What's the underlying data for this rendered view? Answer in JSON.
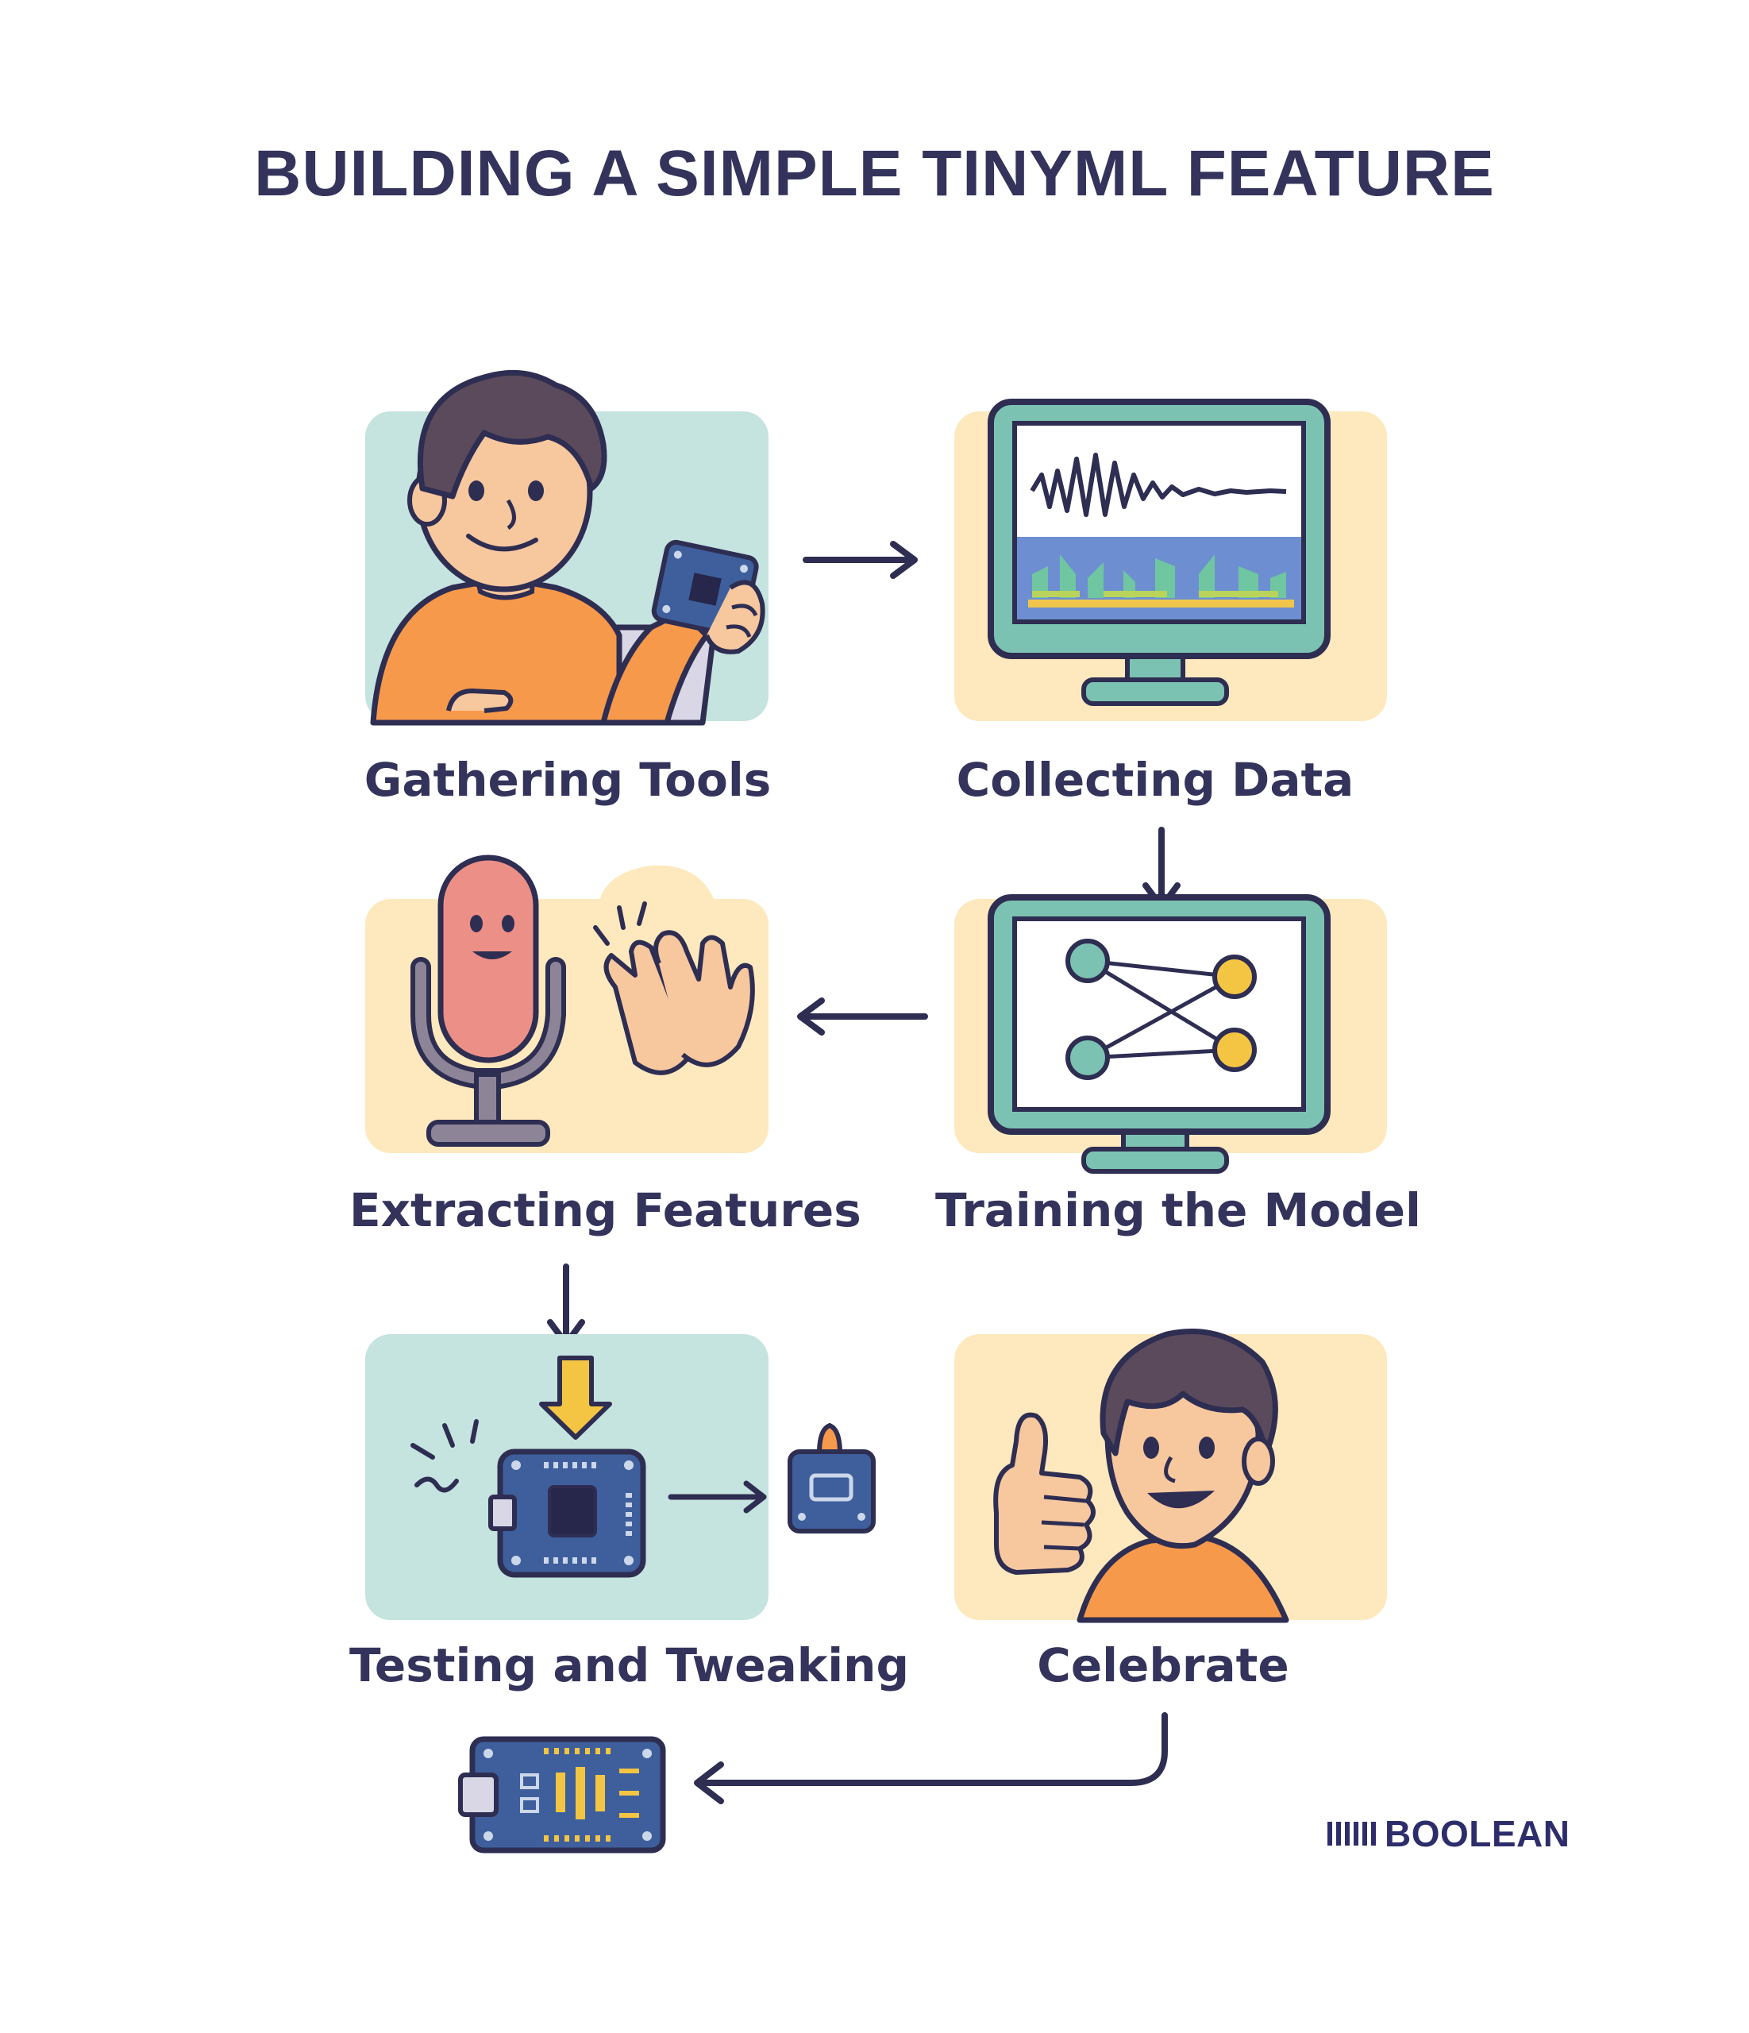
{
  "title": "BUILDING A SIMPLE TINYML FEATURE",
  "steps": [
    {
      "label": "Gathering Tools"
    },
    {
      "label": "Collecting Data"
    },
    {
      "label": "Training the Model"
    },
    {
      "label": "Extracting Features"
    },
    {
      "label": "Testing and Tweaking"
    },
    {
      "label": "Celebrate"
    }
  ],
  "brand": {
    "name": "BOOLEAN"
  },
  "colors": {
    "ink": "#33335c",
    "teal_card": "#c5e3df",
    "cream_card": "#fde9bd",
    "orange": "#f7994a",
    "board_blue": "#3e5f9c"
  }
}
